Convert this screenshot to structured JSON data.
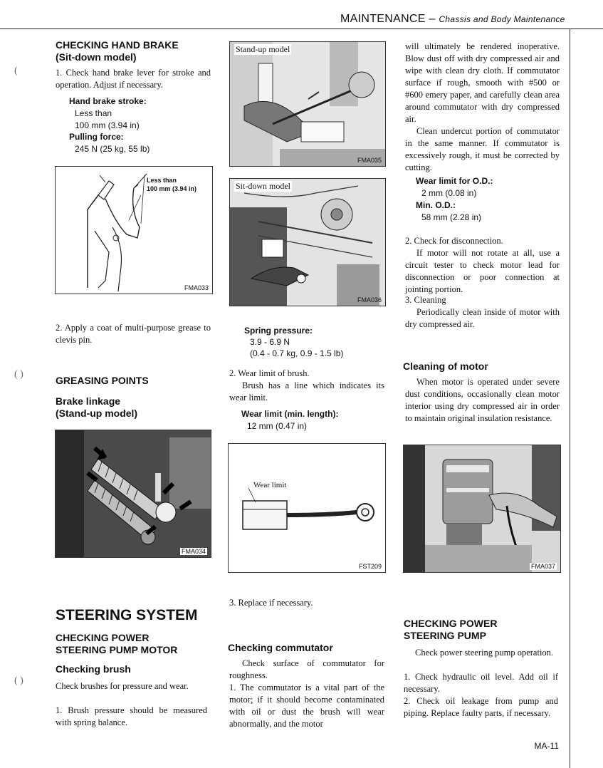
{
  "header": {
    "main": "MAINTENANCE",
    "sub": "Chassis and Body Maintenance"
  },
  "col1": {
    "title1": "CHECKING HAND BRAKE",
    "title2": "(Sit-down model)",
    "p1": "1.   Check hand brake lever for stroke and operation. Adjust if necessary.",
    "spec_label1": "Hand brake stroke:",
    "spec_val1a": "Less than",
    "spec_val1b": "100 mm (3.94 in)",
    "spec_label2": "Pulling force:",
    "spec_val2": "245 N (25 kg, 55 lb)",
    "fig1_label1": "Less than",
    "fig1_label2": "100 mm (3.94 in)",
    "fig1_code": "FMA033",
    "p2": "2.   Apply a coat of multi-purpose grease to clevis pin.",
    "greasing": "GREASING POINTS",
    "brake_linkage": "Brake linkage",
    "standup": "(Stand-up model)",
    "fig2_code": "FMA034",
    "steering": "STEERING SYSTEM",
    "cpspm1": "CHECKING POWER",
    "cpspm2": "STEERING PUMP MOTOR",
    "checking_brush": "Checking brush",
    "p3": "Check brushes for pressure and wear.",
    "p4": "1.   Brush pressure should be measured with spring balance."
  },
  "col2": {
    "fig3_title": "Stand-up model",
    "fig3_code": "FMA035",
    "fig4_title": "Sit-down model",
    "fig4_code": "FMA036",
    "spring_label": "Spring pressure:",
    "spring_val1": "3.9 - 6.9 N",
    "spring_val2": "(0.4 - 0.7 kg, 0.9 - 1.5 lb)",
    "p1": "2.   Wear limit of brush.",
    "p2": "Brush has a line which indicates its wear limit.",
    "wear_label": "Wear limit (min. length):",
    "wear_val": "12 mm (0.47 in)",
    "fig5_label": "Wear limit",
    "fig5_code": "FST209",
    "p3": "3.   Replace if necessary.",
    "checking_comm": "Checking commutator",
    "p4": "Check surface of commutator for roughness.",
    "p5": "1.   The commutator is a vital part of the motor; if it should become contaminated with oil or dust the brush will wear abnormally, and the motor"
  },
  "col3": {
    "p1": "will ultimately be rendered inoperative. Blow dust off with dry compressed air and wipe with clean dry cloth. If commutator surface if rough, smooth with #500 or #600 emery paper, and carefully clean area around commutator with dry compressed air.",
    "p2": "Clean undercut portion of commutator in the same manner. If commutator is excessively rough, it must be corrected by cutting.",
    "wl_label": "Wear limit for O.D.:",
    "wl_val": "2 mm (0.08 in)",
    "min_label": "Min. O.D.:",
    "min_val": "58 mm (2.28 in)",
    "p3": "2.   Check for disconnection.",
    "p4": "If motor will not rotate at all, use a circuit tester to check motor lead for disconnection or poor connection at jointing portion.",
    "p5": "3.   Cleaning",
    "p6": "Periodically clean inside of motor with dry compressed air.",
    "cleaning": "Cleaning of motor",
    "p7": "When motor is operated under severe dust conditions, occasionally clean motor interior using dry compressed air in order to maintain original insulation resistance.",
    "fig6_code": "FMA037",
    "cpsp1": "CHECKING POWER",
    "cpsp2": "STEERING PUMP",
    "p8": "Check power steering pump operation.",
    "p9": "1.   Check hydraulic oil level. Add oil if necessary.",
    "p10": "2.   Check oil leakage from pump and piping. Replace faulty parts, if necessary."
  },
  "page_number": "MA-11"
}
